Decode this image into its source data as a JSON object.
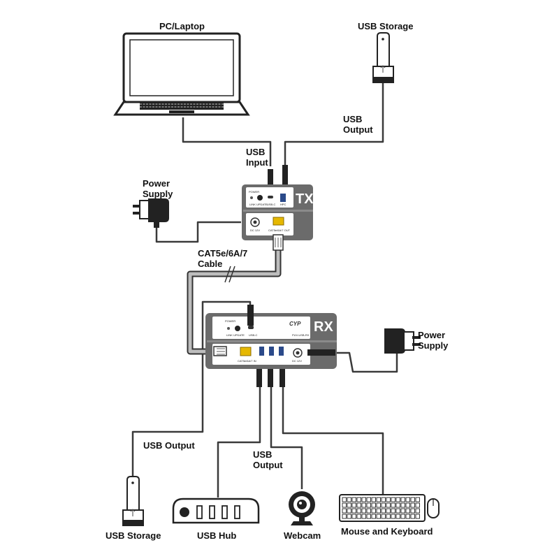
{
  "labels": {
    "pc_laptop": "PC/Laptop",
    "usb_storage_top": "USB Storage",
    "usb_output_top": "USB\nOutput",
    "usb_input": "USB\nInput",
    "power_supply_left": "Power\nSupply",
    "cat_cable": "CAT5e/6A/7\nCable",
    "power_supply_right": "Power\nSupply",
    "usb_output_left": "USB Output",
    "usb_output_mid": "USB\nOutput",
    "usb_storage_bottom": "USB Storage",
    "usb_hub": "USB Hub",
    "webcam": "Webcam",
    "mouse_keyboard": "Mouse and Keyboard"
  },
  "devices": {
    "tx": {
      "title": "TX",
      "port_labels": [
        "POWER",
        "LINK UPDATE",
        "USB-C",
        "HPC",
        "DC 12V",
        "CAT5e/6A/7 OUT"
      ]
    },
    "rx": {
      "title": "RX",
      "brand": "CYP",
      "model": "PUV-USB-RX",
      "port_labels": [
        "POWER",
        "LINK UPDATE",
        "USB-C",
        "CAT5e/6A/7 IN",
        "DC 12V"
      ]
    }
  },
  "colors": {
    "device_body": "#6b6b6b",
    "cable": "#3a3a3a",
    "cat_cable": "#a8a8a8",
    "ethernet_port": "#e6b800"
  }
}
